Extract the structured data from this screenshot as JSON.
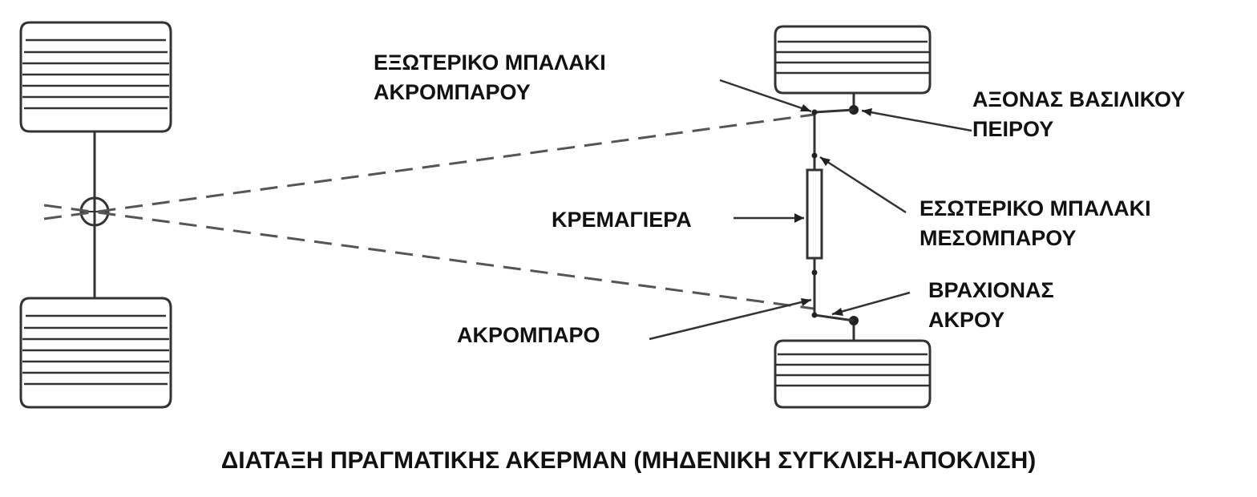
{
  "labels": {
    "outer_tie_rod_ball_joint": [
      "ΕΞΩΤΕΡΙΚΟ ΜΠΑΛΑΚΙ",
      "ΑΚΡΟΜΠΑΡΟΥ"
    ],
    "kingpin_axis": [
      "ΑΞΟΝΑΣ ΒΑΣΙΛΙΚΟΥ",
      "ΠΕΙΡΟΥ"
    ],
    "steering_rack": "ΚΡΕΜΑΓΙΕΡΑ",
    "inner_tie_rod_ball_joint": [
      "ΕΣΩΤΕΡΙΚΟ ΜΠΑΛΑΚΙ",
      "ΜΕΣΟΜΠΑΡΟΥ"
    ],
    "steering_arm": [
      "ΒΡΑΧΙΟΝΑΣ",
      "ΑΚΡΟΥ"
    ],
    "tie_rod": "ΑΚΡΟΜΠΑΡΟ"
  },
  "caption": "ΔΙΑΤΑΞΗ ΠΡΑΓΜΑΤΙΚΗΣ ΑΚΕΡΜΑΝ (ΜΗΔΕΝΙΚΗ ΣΥΓΚΛΙΣΗ-ΑΠΟΚΛΙΣΗ)",
  "colors": {
    "line": "#222222",
    "dash": "#555555",
    "tire_fill": "#ffffff"
  }
}
